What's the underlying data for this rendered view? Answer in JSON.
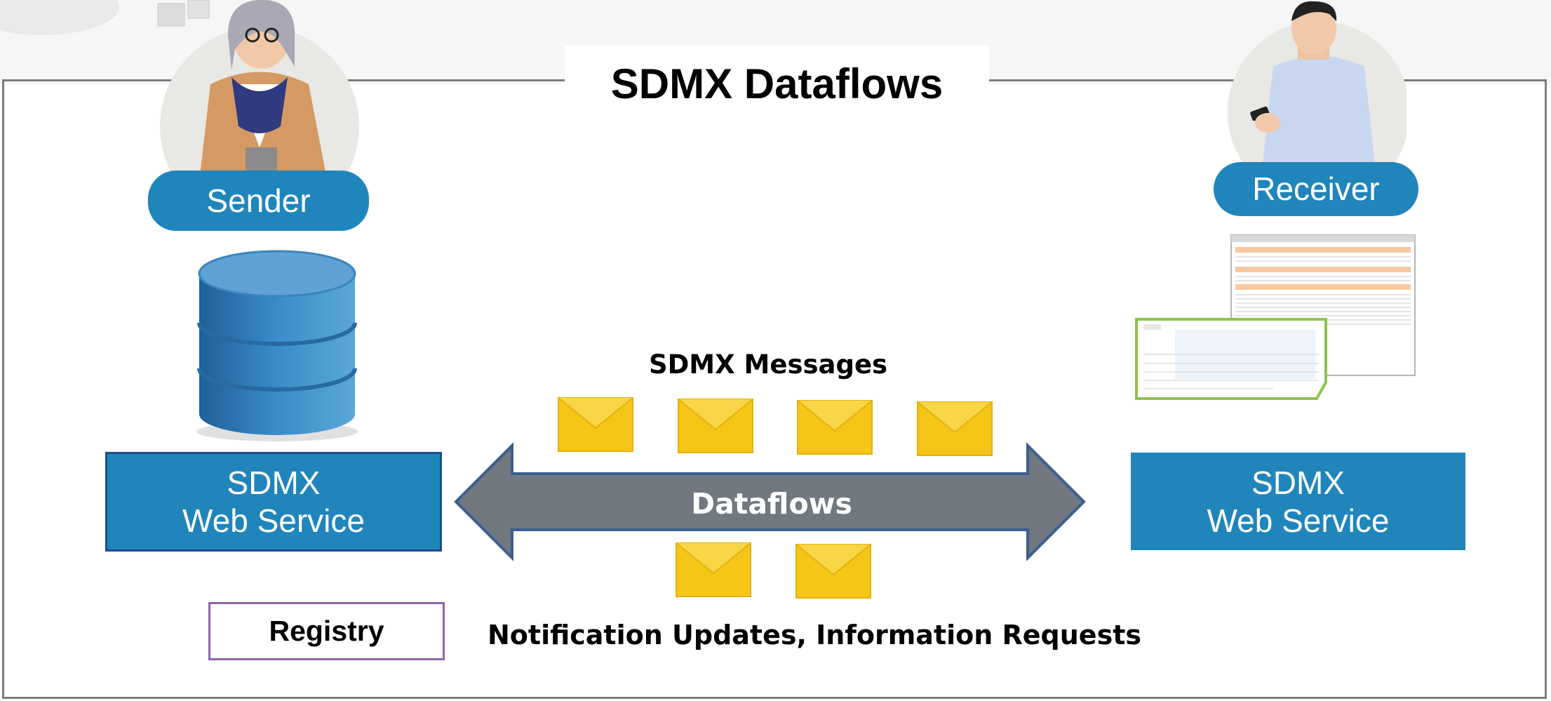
{
  "title": "SDMX Dataflows",
  "sender": {
    "label": "Sender"
  },
  "receiver": {
    "label": "Receiver"
  },
  "web_service_left": {
    "line1": "SDMX",
    "line2": "Web Service"
  },
  "web_service_right": {
    "line1": "SDMX",
    "line2": "Web Service"
  },
  "registry": {
    "label": "Registry"
  },
  "messages": {
    "label": "SDMX Messages"
  },
  "dataflows": {
    "label": "Dataflows"
  },
  "notifications": {
    "label": "Notification Updates, Information Requests"
  },
  "colors": {
    "pill_blue": "#1f85bb",
    "frame_gray": "#7b7d80",
    "arrow_gray": "#717880",
    "arrow_border": "#3a5f8f",
    "envelope_yellow": "#f5c518",
    "registry_border": "#8e64a8",
    "database_blue": "#2f7fb8"
  },
  "icons": {
    "sender_avatar": "woman-person-icon",
    "receiver_avatar": "man-with-phone-icon",
    "database": "database-icon",
    "envelope": "envelope-icon",
    "documents": "document-screenshot-icon",
    "arrow": "double-headed-arrow"
  }
}
